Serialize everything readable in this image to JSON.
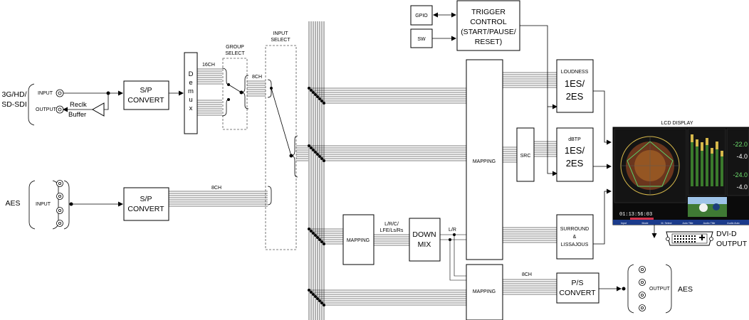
{
  "labels": {
    "sdi": [
      "3G/HD/",
      "SD-SDI"
    ],
    "sdi_input": "INPUT",
    "sdi_output": "OUTPUT",
    "reclk": [
      "Reclk",
      "Buffer"
    ],
    "sp_convert_1": [
      "S/P",
      "CONVERT"
    ],
    "demux": [
      "D",
      "e",
      "m",
      "u",
      "x"
    ],
    "ch16": "16CH",
    "group_select": [
      "GROUP",
      "SELECT"
    ],
    "ch8_a": "8CH",
    "input_select": [
      "INPUT",
      "SELECT"
    ],
    "aes_in": "AES",
    "aes_input": "INPUT",
    "sp_convert_2": [
      "S/P",
      "CONVERT"
    ],
    "ch8_b": "8CH",
    "gpio": "GPIO",
    "sw": "SW",
    "trigger": [
      "TRIGGER",
      "CONTROL",
      "(START/PAUSE/",
      "RESET)"
    ],
    "mapping_big": "MAPPING",
    "loudness_small": "LOUDNESS",
    "loudness_big": [
      "1ES/",
      "2ES"
    ],
    "src": "SRC",
    "dbtp_small": "dBTP",
    "dbtp_big": [
      "1ES/",
      "2ES"
    ],
    "surround": [
      "SURROUND",
      "&",
      "LISSAJOUS"
    ],
    "lcd_display": "LCD DISPLAY",
    "dvi": [
      "DVI-D",
      "OUTPUT"
    ],
    "mapping_small": "MAPPING",
    "downmix_channels": [
      "L/R/C/",
      "LFE/Ls/Rs"
    ],
    "down_mix": [
      "DOWN",
      "MIX"
    ],
    "lr": "L/R",
    "ch8_c": "8CH",
    "mapping_bottom": "MAPPING",
    "ps_convert": [
      "P/S",
      "CONVERT"
    ],
    "aes_output": "OUTPUT",
    "aes_out": "AES"
  },
  "screen": {
    "timecode": "01:13:56:03",
    "values": [
      "-22.0",
      "-4.0",
      "-24.0",
      "-4.0"
    ],
    "tabs": [
      "Input",
      "Mode",
      "M. Select",
      "Auto Title",
      "Audio Title",
      "Audio Auto"
    ]
  }
}
